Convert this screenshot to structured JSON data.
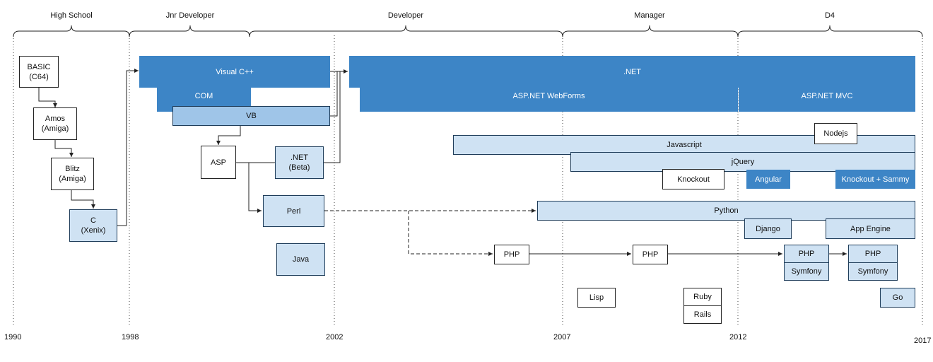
{
  "phases": {
    "high_school": "High School",
    "jnr_developer": "Jnr Developer",
    "developer": "Developer",
    "manager": "Manager",
    "d4": "D4"
  },
  "years": {
    "y1990": "1990",
    "y1998": "1998",
    "y2002": "2002",
    "y2007": "2007",
    "y2012": "2012",
    "y2017": "2017"
  },
  "boxes": {
    "basic": [
      "BASIC",
      "(C64)"
    ],
    "amos": [
      "Amos",
      "(Amiga)"
    ],
    "blitz": [
      "Blitz",
      "(Amiga)"
    ],
    "c": [
      "C",
      "(Xenix)"
    ],
    "visual_cpp": "Visual C++",
    "com": "COM",
    "vb": "VB",
    "asp": "ASP",
    "net_beta": [
      ".NET",
      "(Beta)"
    ],
    "perl": "Perl",
    "java": "Java",
    "net": ".NET",
    "aspnet_webforms": "ASP.NET WebForms",
    "aspnet_mvc": "ASP.NET MVC",
    "nodejs": "Nodejs",
    "javascript": "Javascript",
    "jquery": "jQuery",
    "knockout": "Knockout",
    "angular": "Angular",
    "knockout_sammy": "Knockout + Sammy",
    "python": "Python",
    "django": "Django",
    "app_engine": "App Engine",
    "php1": "PHP",
    "php2": "PHP",
    "php3": "PHP",
    "symfony3": "Symfony",
    "php4": "PHP",
    "symfony4": "Symfony",
    "lisp": "Lisp",
    "ruby": "Ruby",
    "rails": "Rails",
    "go": "Go"
  },
  "colors": {
    "dark_blue": "#3d85c6",
    "mid_blue": "#9fc5e8",
    "light_blue": "#cfe2f3",
    "line": "#222222"
  }
}
